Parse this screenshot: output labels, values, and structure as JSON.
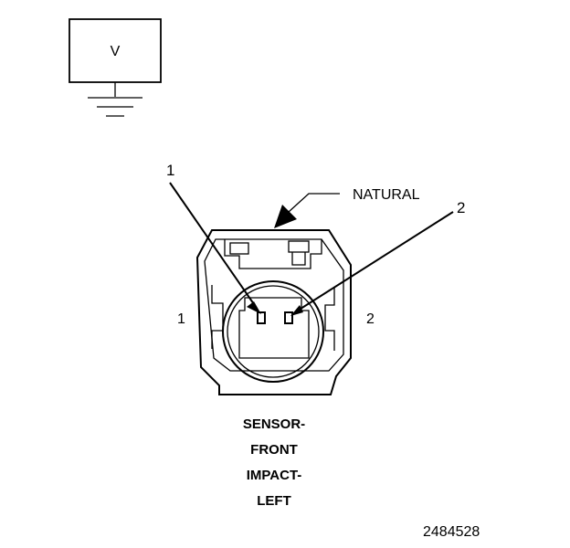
{
  "voltmeter": {
    "label": "V"
  },
  "callouts": {
    "color_label": "NATURAL",
    "pin1_pointer": "1",
    "pin2_pointer": "2"
  },
  "connector": {
    "side_label_left": "1",
    "side_label_right": "2",
    "caption_lines": [
      "SENSOR-",
      "FRONT",
      "IMPACT-",
      "LEFT"
    ]
  },
  "figure_id": "2484528"
}
